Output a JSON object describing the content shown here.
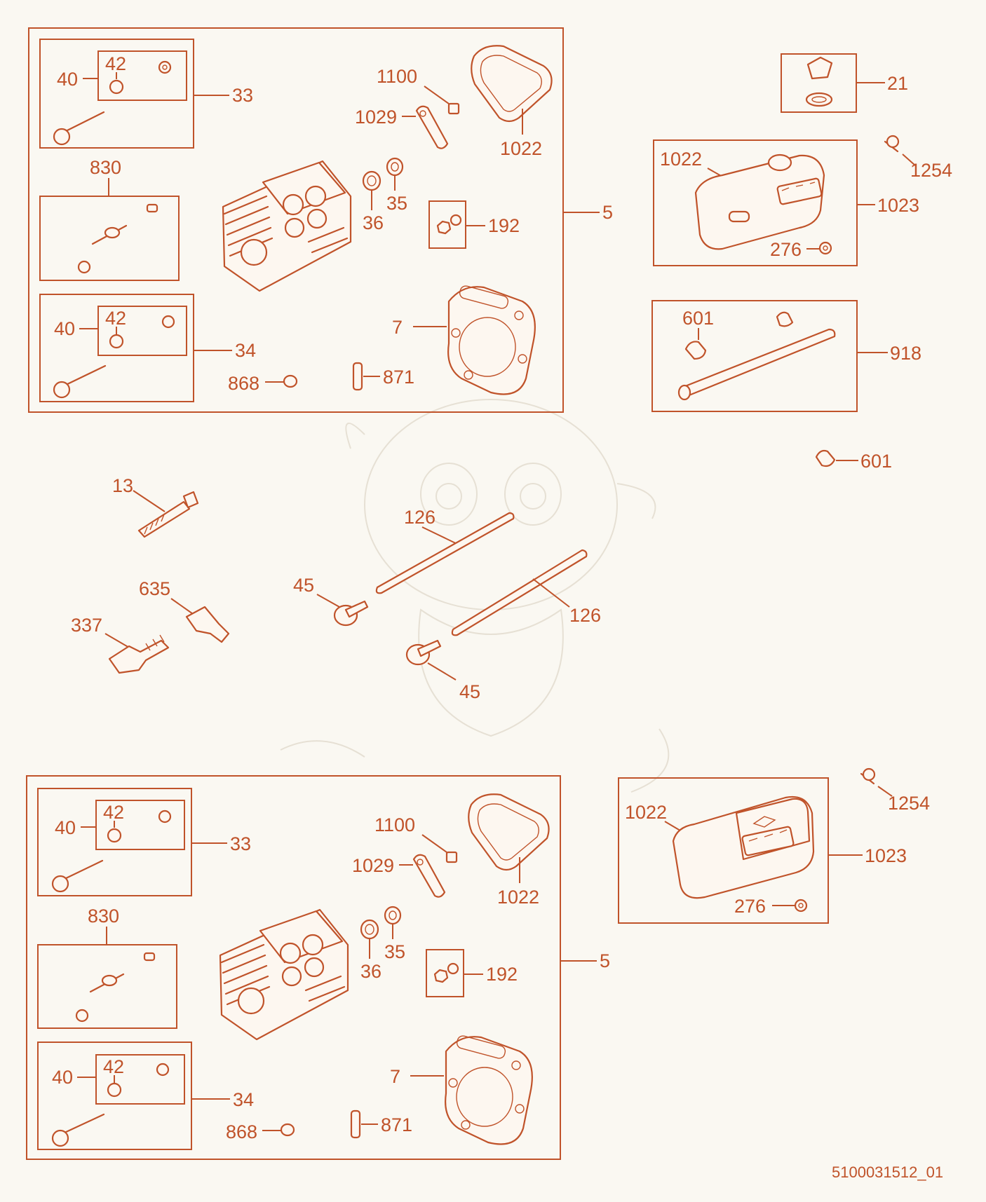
{
  "document_id": "5100031512_01",
  "labels": {
    "p5": "5",
    "p7": "7",
    "p13": "13",
    "p21": "21",
    "p33": "33",
    "p34": "34",
    "p35": "35",
    "p36": "36",
    "p40": "40",
    "p42": "42",
    "p45": "45",
    "p126": "126",
    "p192": "192",
    "p276": "276",
    "p337": "337",
    "p601": "601",
    "p635": "635",
    "p830": "830",
    "p868": "868",
    "p871": "871",
    "p918": "918",
    "p1022": "1022",
    "p1023": "1023",
    "p1029": "1029",
    "p1100": "1100",
    "p1254": "1254"
  }
}
